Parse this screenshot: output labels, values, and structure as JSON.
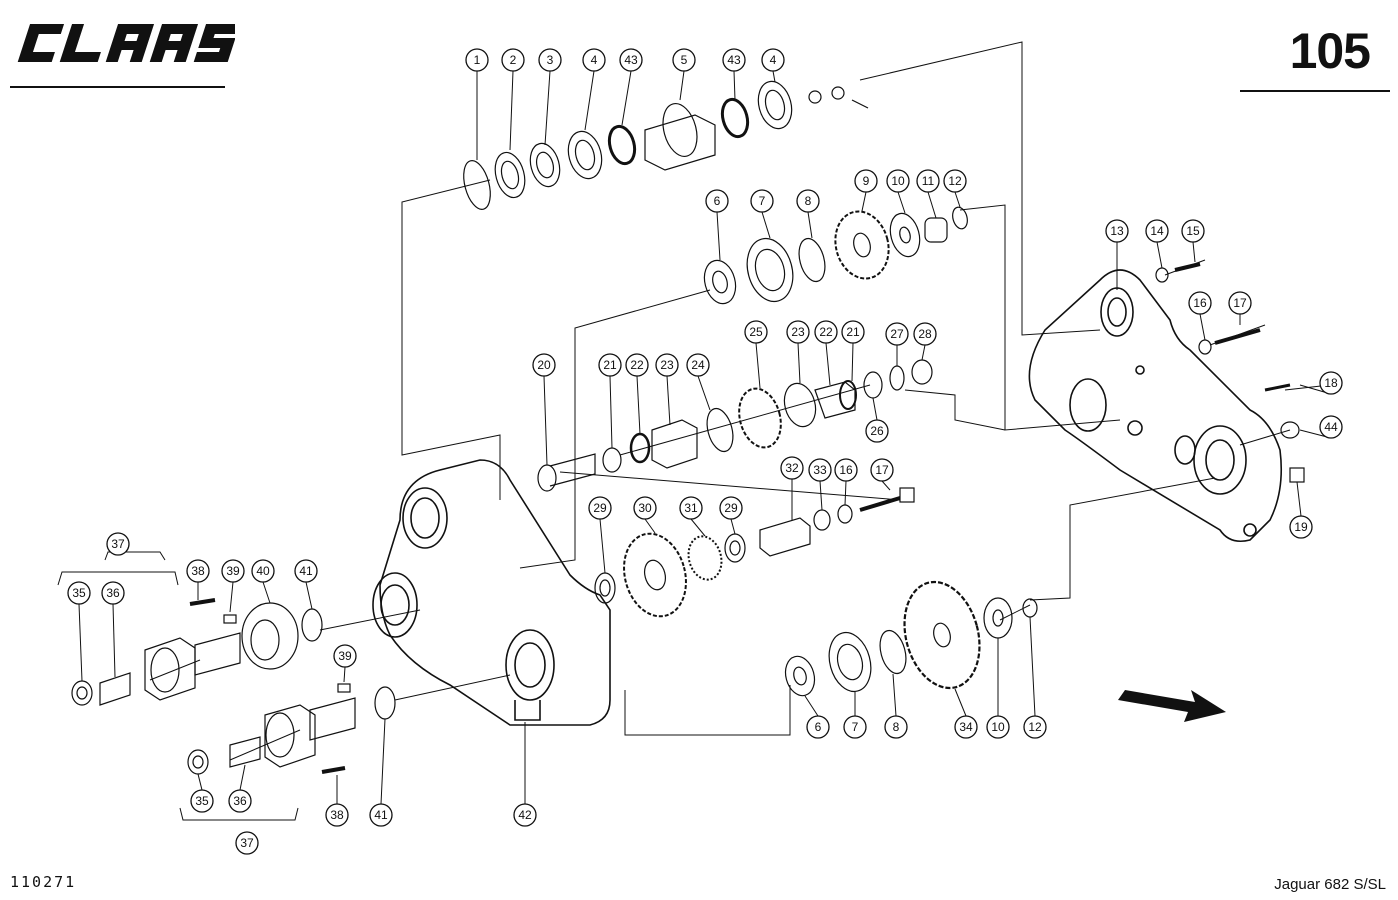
{
  "header": {
    "brand": "CLAAS",
    "page_number": "105"
  },
  "footer": {
    "drawing_number": "110271",
    "model": "Jaguar 682 S/SL"
  },
  "callouts": [
    {
      "id": "c1",
      "label": "1"
    },
    {
      "id": "c2",
      "label": "2"
    },
    {
      "id": "c3",
      "label": "3"
    },
    {
      "id": "c4a",
      "label": "4"
    },
    {
      "id": "c43a",
      "label": "43"
    },
    {
      "id": "c5",
      "label": "5"
    },
    {
      "id": "c43b",
      "label": "43"
    },
    {
      "id": "c4b",
      "label": "4"
    },
    {
      "id": "c6a",
      "label": "6"
    },
    {
      "id": "c7a",
      "label": "7"
    },
    {
      "id": "c8a",
      "label": "8"
    },
    {
      "id": "c9",
      "label": "9"
    },
    {
      "id": "c10a",
      "label": "10"
    },
    {
      "id": "c11",
      "label": "11"
    },
    {
      "id": "c12a",
      "label": "12"
    },
    {
      "id": "c13",
      "label": "13"
    },
    {
      "id": "c14",
      "label": "14"
    },
    {
      "id": "c15",
      "label": "15"
    },
    {
      "id": "c16a",
      "label": "16"
    },
    {
      "id": "c17a",
      "label": "17"
    },
    {
      "id": "c18",
      "label": "18"
    },
    {
      "id": "c44",
      "label": "44"
    },
    {
      "id": "c19",
      "label": "19"
    },
    {
      "id": "c20",
      "label": "20"
    },
    {
      "id": "c21a",
      "label": "21"
    },
    {
      "id": "c22a",
      "label": "22"
    },
    {
      "id": "c23a",
      "label": "23"
    },
    {
      "id": "c24",
      "label": "24"
    },
    {
      "id": "c25",
      "label": "25"
    },
    {
      "id": "c23b",
      "label": "23"
    },
    {
      "id": "c22b",
      "label": "22"
    },
    {
      "id": "c21b",
      "label": "21"
    },
    {
      "id": "c27",
      "label": "27"
    },
    {
      "id": "c28",
      "label": "28"
    },
    {
      "id": "c26",
      "label": "26"
    },
    {
      "id": "c29a",
      "label": "29"
    },
    {
      "id": "c30",
      "label": "30"
    },
    {
      "id": "c31",
      "label": "31"
    },
    {
      "id": "c29b",
      "label": "29"
    },
    {
      "id": "c32",
      "label": "32"
    },
    {
      "id": "c33",
      "label": "33"
    },
    {
      "id": "c16b",
      "label": "16"
    },
    {
      "id": "c17b",
      "label": "17"
    },
    {
      "id": "c37a",
      "label": "37"
    },
    {
      "id": "c35a",
      "label": "35"
    },
    {
      "id": "c36a",
      "label": "36"
    },
    {
      "id": "c38a",
      "label": "38"
    },
    {
      "id": "c39a",
      "label": "39"
    },
    {
      "id": "c40",
      "label": "40"
    },
    {
      "id": "c41a",
      "label": "41"
    },
    {
      "id": "c39b",
      "label": "39"
    },
    {
      "id": "c35b",
      "label": "35"
    },
    {
      "id": "c36b",
      "label": "36"
    },
    {
      "id": "c37b",
      "label": "37"
    },
    {
      "id": "c38b",
      "label": "38"
    },
    {
      "id": "c41b",
      "label": "41"
    },
    {
      "id": "c42",
      "label": "42"
    },
    {
      "id": "c6b",
      "label": "6"
    },
    {
      "id": "c7b",
      "label": "7"
    },
    {
      "id": "c8b",
      "label": "8"
    },
    {
      "id": "c34",
      "label": "34"
    },
    {
      "id": "c10b",
      "label": "10"
    },
    {
      "id": "c12b",
      "label": "12"
    }
  ]
}
